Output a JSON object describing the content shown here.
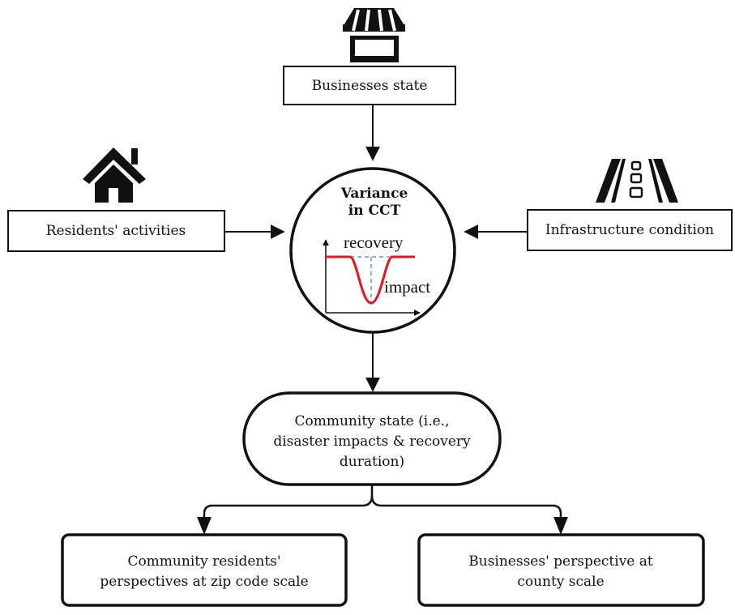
{
  "nodes": {
    "businesses_state": "Businesses state",
    "residents_activities": "Residents' activities",
    "infrastructure_condition": "Infrastructure condition",
    "center_title_line1": "Variance",
    "center_title_line2": "in CCT",
    "community_state_lines": [
      "Community state (i.e.,",
      "disaster impacts & recovery",
      "duration)"
    ],
    "residents_perspective_lines": [
      "Community residents'",
      "perspectives at zip code scale"
    ],
    "business_perspective_lines": [
      "Businesses' perspective at",
      "county scale"
    ]
  },
  "inset_chart": {
    "recovery_label": "recovery",
    "impact_label": "impact",
    "curve_color": "#e8141b",
    "guide_color": "#5b9bd5"
  },
  "icons": {
    "top": "storefront-icon",
    "left": "house-icon",
    "right": "road-icon"
  }
}
